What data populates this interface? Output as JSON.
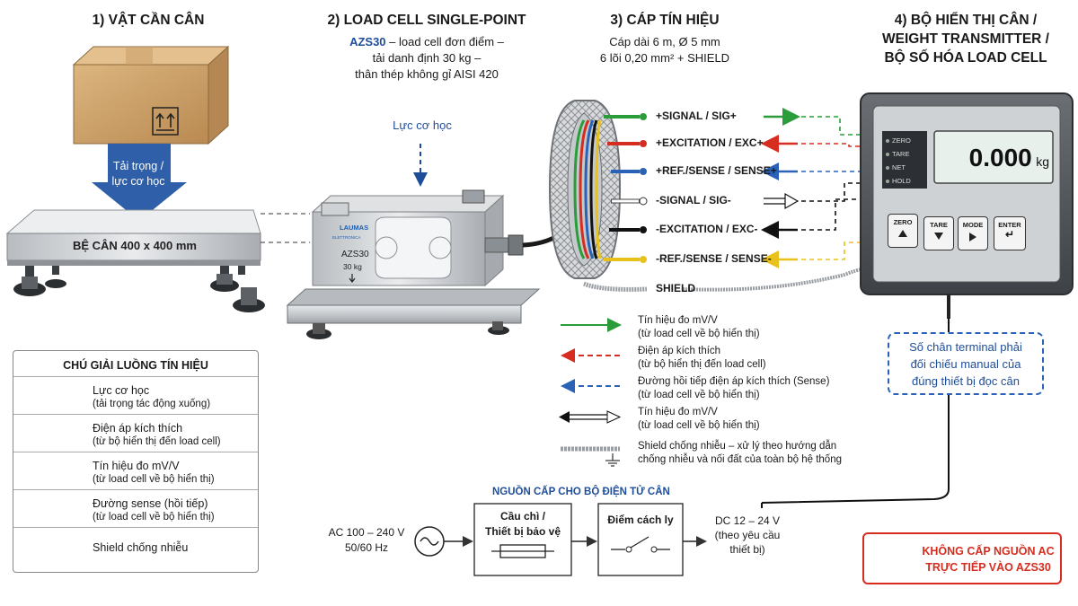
{
  "sections": {
    "load": {
      "title": "1) VẬT CẦN CÂN"
    },
    "cell": {
      "title": "2) LOAD CELL SINGLE-POINT",
      "model": "AZS30",
      "desc1": " – load cell đơn điểm –",
      "desc2": "tải danh định 30 kg –",
      "desc3": "thân thép không gỉ AISI 420"
    },
    "cable": {
      "title": "3) CÁP TÍN HIỆU",
      "desc1": "Cáp dài 6 m, Ø 5 mm",
      "desc2": "6 lõi 0,20 mm² + SHIELD"
    },
    "display": {
      "title1": "4) BỘ HIỂN THỊ CÂN /",
      "title2": "WEIGHT TRANSMITTER /",
      "title3": "BỘ SỐ HÓA LOAD CELL"
    }
  },
  "scale": {
    "load_label1": "Tải trọng /",
    "load_label2": "lực cơ học",
    "platform_label": "BỆ CÂN 400 x 400 mm"
  },
  "loadcell": {
    "force_label": "Lực cơ học",
    "brand": "LAUMAS",
    "brand_sub": "ELETTRONICA",
    "model": "AZS30",
    "capacity": "30 kg"
  },
  "wires": [
    {
      "label": "+SIGNAL / SIG+",
      "color": "#2a9d3a"
    },
    {
      "label": "+EXCITATION / EXC+",
      "color": "#d62d20"
    },
    {
      "label": "+REF./SENSE / SENSE+",
      "color": "#2a62b8"
    },
    {
      "label": "-SIGNAL / SIG-",
      "color": "#ffffff"
    },
    {
      "label": "-EXCITATION / EXC-",
      "color": "#111111"
    },
    {
      "label": "-REF./SENSE / SENSE-",
      "color": "#e8c21a"
    },
    {
      "label": "SHIELD",
      "color": "#999999"
    }
  ],
  "signal_legend": [
    {
      "title": "Tín hiệu đo mV/V",
      "desc": "(từ load cell về bộ hiển thị)"
    },
    {
      "title": "Điện áp kích thích",
      "desc": "(từ bộ hiển thị đến load cell)"
    },
    {
      "title": "Đường hồi tiếp điện áp kích thích (Sense)",
      "desc": "(từ load cell về bộ hiển thị)"
    },
    {
      "title": "Tín hiệu đo mV/V",
      "desc": "(từ load cell về bộ hiển thị)"
    },
    {
      "title": "Shield chống nhiễu – xử lý theo hướng dẫn",
      "desc": "chống nhiễu và nối đất của toàn bộ hệ thống"
    }
  ],
  "indicator": {
    "leds": [
      "ZERO",
      "TARE",
      "NET",
      "HOLD"
    ],
    "value": "0.000",
    "unit": "kg",
    "buttons": [
      "ZERO",
      "TARE",
      "MODE",
      "ENTER"
    ]
  },
  "note": {
    "line1": "Số chân terminal phải",
    "line2": "đối chiếu manual của",
    "line3": "đúng thiết bị đọc cân"
  },
  "legend": {
    "title": "CHÚ GIẢI LUỒNG TÍN HIỆU",
    "rows": [
      {
        "title": "Lực cơ học",
        "desc": "(tải trọng tác động xuống)"
      },
      {
        "title": "Điện áp kích thích",
        "desc": "(từ bộ hiển thị đến load cell)"
      },
      {
        "title": "Tín hiệu đo mV/V",
        "desc": "(từ load cell về bộ hiển thị)"
      },
      {
        "title": "Đường sense (hồi tiếp)",
        "desc": "(từ load cell về bộ hiển thị)"
      },
      {
        "title": "Shield chống nhiễu",
        "desc": ""
      }
    ]
  },
  "power": {
    "title": "NGUỒN CẤP CHO BỘ ĐIỆN TỬ CÂN",
    "ac1": "AC 100 – 240 V",
    "ac2": "50/60 Hz",
    "fuse1": "Cầu chì /",
    "fuse2": "Thiết bị bảo vệ",
    "isolator": "Điểm cách ly",
    "dc1": "DC 12 – 24 V",
    "dc2": "(theo yêu cầu",
    "dc3": "thiết bị)"
  },
  "warning": {
    "line1": "KHÔNG CẤP NGUỒN AC",
    "line2": "TRỰC TIẾP VÀO AZS30",
    "accent": "#d62d20"
  },
  "colors": {
    "green": "#2a9d3a",
    "red": "#d62d20",
    "blue": "#2a62b8",
    "yellow": "#e8c21a",
    "navy": "#1e4d9a"
  }
}
